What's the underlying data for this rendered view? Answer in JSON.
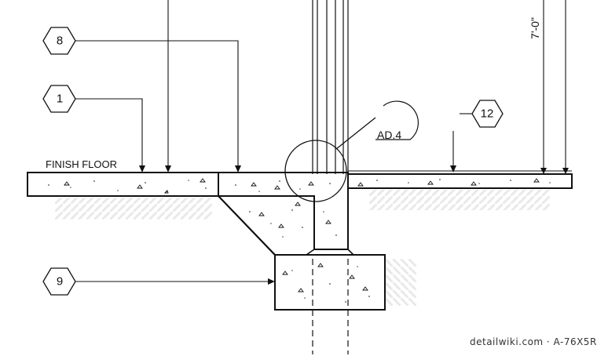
{
  "labels": {
    "finish_floor": "FINISH FLOOR",
    "section_ref": "AD.4",
    "dimension": "7'-0\"",
    "credit": "detailwiki.com · A-76X5R"
  },
  "tags": {
    "t8": "8",
    "t1": "1",
    "t12": "12",
    "t9": "9"
  }
}
